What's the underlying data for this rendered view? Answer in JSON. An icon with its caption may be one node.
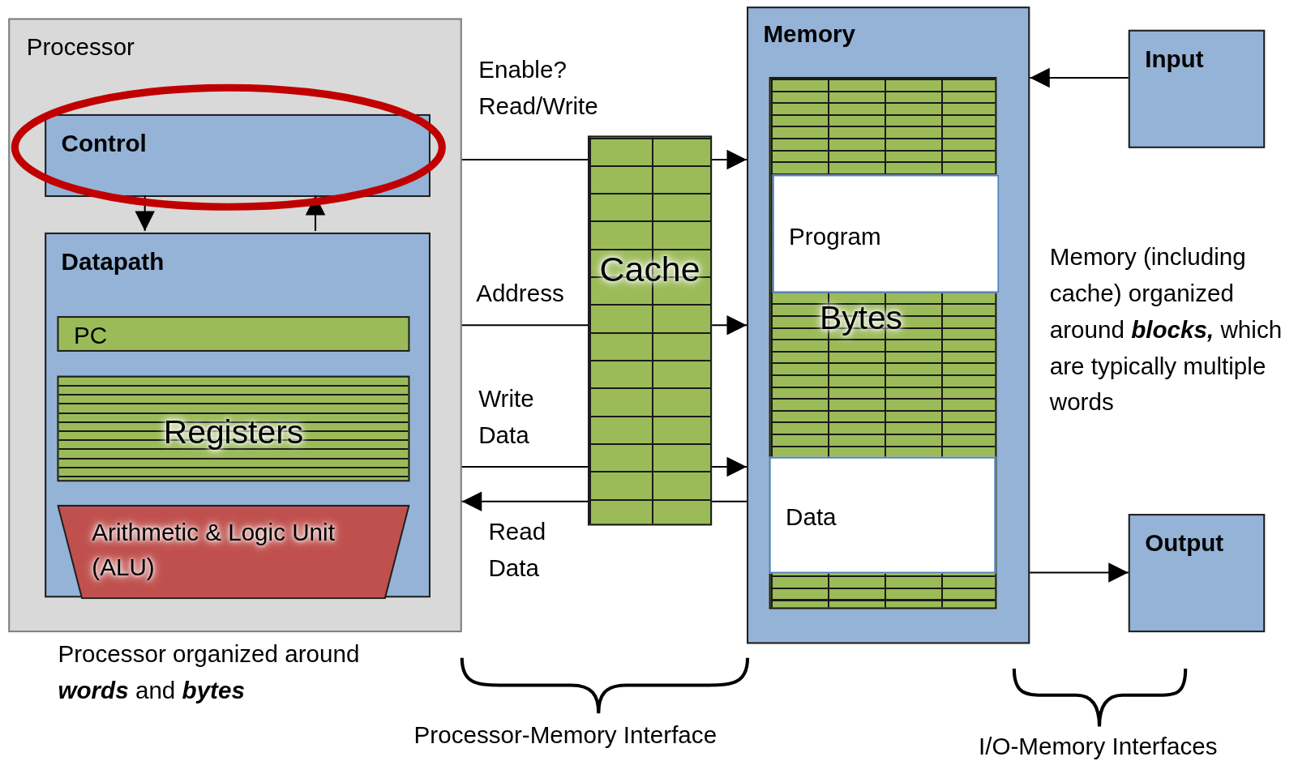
{
  "diagram": {
    "nodes": [
      {
        "text": [
          "Processor"
        ]
      },
      {
        "text": [
          "Control"
        ],
        "in": 0
      },
      {
        "text": [
          "Datapath"
        ],
        "in": 0
      },
      {
        "text": [
          "PC"
        ],
        "in": 2
      },
      {
        "text": [
          "Registers"
        ],
        "in": 2
      },
      {
        "text": [
          "Arithmetic & Logic Unit (ALU)"
        ],
        "in": 2
      },
      {
        "text": [
          "Cache"
        ]
      },
      {
        "text": [
          "Memory"
        ]
      },
      {
        "text": [
          "Program"
        ],
        "in": 7
      },
      {
        "text": [
          "Data"
        ],
        "in": 7
      },
      {
        "text": [
          "Input"
        ]
      },
      {
        "text": [
          "Output"
        ]
      }
    ],
    "edges": [
      {
        "from": 1,
        "to": 2,
        "arrow": "to"
      },
      {
        "from": 2,
        "to": 1,
        "arrow": "to"
      },
      {
        "from": 0,
        "to": 6,
        "arrow": "none",
        "label": "Enable? Read/Write"
      },
      {
        "from": 6,
        "to": 7,
        "arrow": "to"
      },
      {
        "from": 0,
        "to": 6,
        "arrow": "none",
        "label": "Address"
      },
      {
        "from": 6,
        "to": 7,
        "arrow": "to"
      },
      {
        "from": 0,
        "to": 6,
        "arrow": "none",
        "label": "Write Data"
      },
      {
        "from": 6,
        "to": 7,
        "arrow": "to"
      },
      {
        "from": 7,
        "to": 6,
        "arrow": "none"
      },
      {
        "from": 6,
        "to": 0,
        "arrow": "to",
        "label": "Read Data"
      },
      {
        "from": 10,
        "to": 7,
        "arrow": "to"
      },
      {
        "from": 7,
        "to": 11,
        "arrow": "to"
      }
    ],
    "labels": [
      "Bytes",
      "Memory (including cache) organized around **blocks,** which are typically multiple words",
      "Processor organized around **words** and **bytes**",
      "Processor-Memory Interface",
      "I/O-Memory Interfaces"
    ]
  }
}
